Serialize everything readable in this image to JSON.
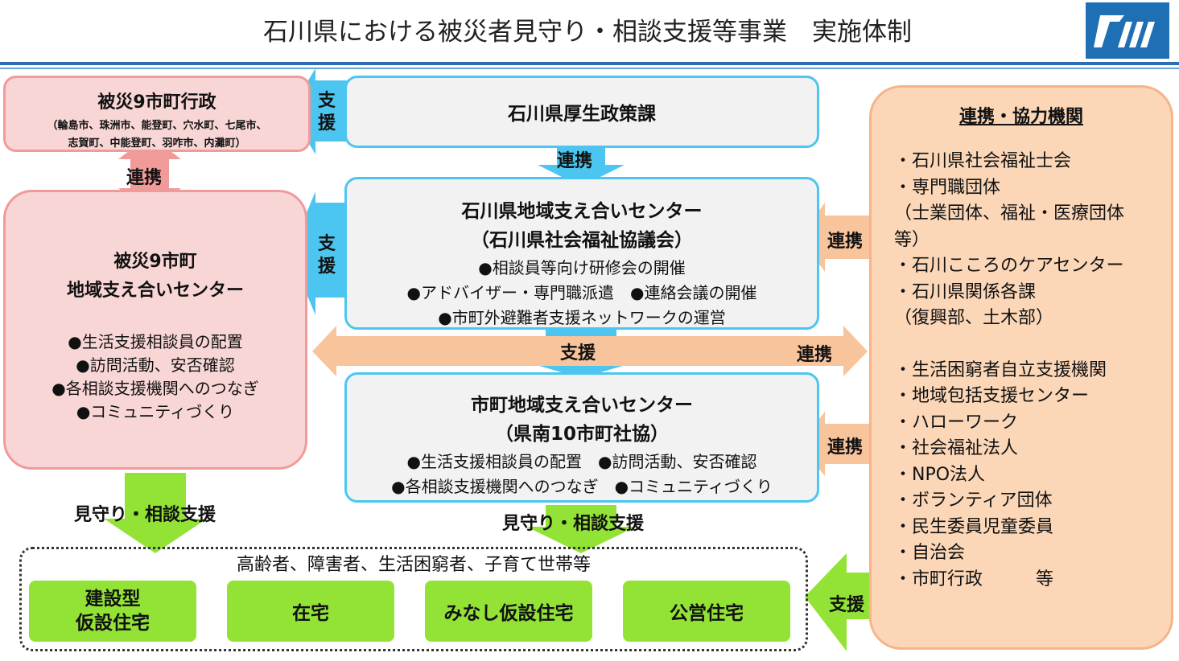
{
  "title": "石川県における被災者見守り・相談支援等事業　実施体制",
  "colors": {
    "blue_arrow": "#4cc6f0",
    "pink_box": "#f9d6d6",
    "pink_border": "#f19a9a",
    "peach_box": "#fbd7b8",
    "peach_arrow": "#f8c49c",
    "green": "#93e236",
    "header_rule": "#2c6db5"
  },
  "logo": {
    "icon": "ishikawa-prefecture-logo"
  },
  "left_top": {
    "title": "被災9市町行政",
    "sub1": "（輪島市、珠洲市、能登町、穴水町、七尾市、",
    "sub2": "志賀町、中能登町、羽咋市、内灘町）"
  },
  "left_main": {
    "title1": "被災9市町",
    "title2": "地域支え合いセンター",
    "items": [
      "●生活支援相談員の配置",
      "●訪問活動、安否確認",
      "●各相談支援機関へのつなぎ",
      "●コミュニティづくり"
    ]
  },
  "center_top": {
    "title": "石川県厚生政策課"
  },
  "center_mid": {
    "title1": "石川県地域支え合いセンター",
    "title2": "（石川県社会福祉協議会）",
    "line1": "●相談員等向け研修会の開催",
    "line2": "●アドバイザー・専門職派遣　●連絡会議の開催",
    "line3": "●市町外避難者支援ネットワークの運営"
  },
  "center_bot": {
    "title1": "市町地域支え合いセンター",
    "title2": "（県南10市町社協）",
    "line1": "●生活支援相談員の配置　●訪問活動、安否確認",
    "line2": "●各相談支援機関へのつなぎ　●コミュニティづくり"
  },
  "right": {
    "title": "連携・協力機関",
    "items": [
      "・石川県社会福祉士会",
      "・専門職団体",
      "（士業団体、福祉・医療団体",
      "等）",
      "・石川こころのケアセンター",
      "・石川県関係各課",
      "（復興部、土木部）",
      "・生活困窮者自立支援機関",
      "・地域包括支援センター",
      "・ハローワーク",
      "・社会福祉法人",
      "・NPO法人",
      "・ボランティア団体",
      "・民生委員児童委員",
      "・自治会",
      "・市町行政　　　等"
    ]
  },
  "arrows": {
    "support": "支援",
    "support_v": [
      "支",
      "援"
    ],
    "renkei": "連携",
    "mimamori": "見守り・相談支援"
  },
  "bottom": {
    "targets": "高齢者、障害者、生活困窮者、子育て世帯等",
    "housing": [
      "建設型\n仮設住宅",
      "在宅",
      "みなし仮設住宅",
      "公営住宅"
    ]
  }
}
